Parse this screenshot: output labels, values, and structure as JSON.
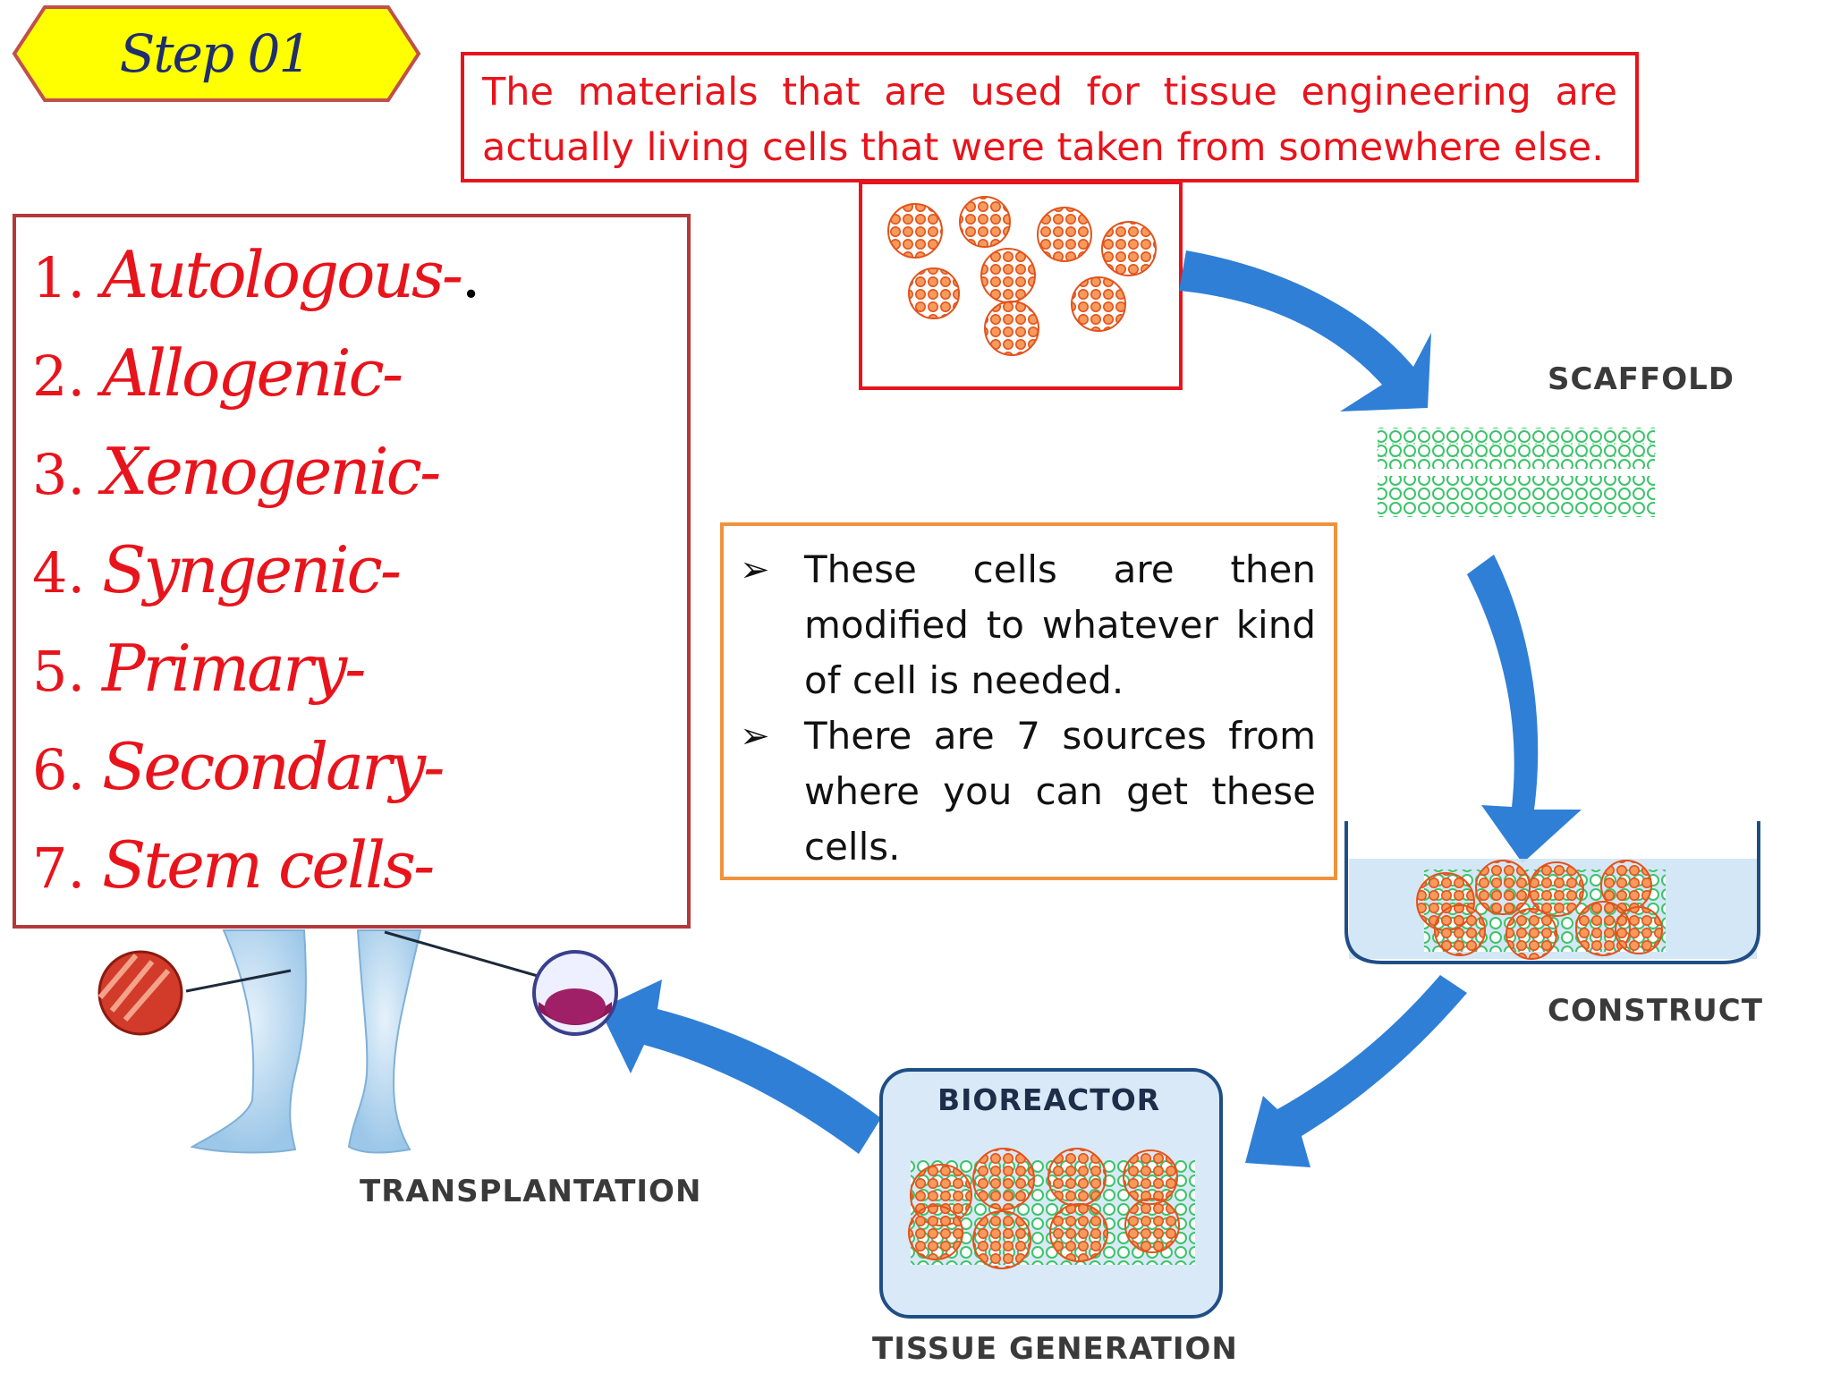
{
  "step": {
    "label": "Step 01"
  },
  "intro": {
    "text": "The materials that are used for tissue engineering are actually living cells that were taken from somewhere else."
  },
  "sources": [
    {
      "num": "1.",
      "name": "Autologous-",
      "end": "."
    },
    {
      "num": "2.",
      "name": "Allogenic-",
      "end": ""
    },
    {
      "num": "3.",
      "name": "Xenogenic-",
      "end": ""
    },
    {
      "num": "4.",
      "name": "Syngenic-",
      "end": ""
    },
    {
      "num": "5.",
      "name": "Primary-",
      "end": ""
    },
    {
      "num": "6.",
      "name": "Secondary-",
      "end": ""
    },
    {
      "num": "7.",
      "name": "Stem cells-",
      "end": ""
    }
  ],
  "notes": {
    "bullet": "➢",
    "items": [
      "These cells are then modified to whatever kind of cell is needed.",
      "There are 7 sources from where you can get these cells."
    ]
  },
  "diagram": {
    "scaffold": "SCAFFOLD",
    "construct": "CONSTRUCT",
    "bioreactor": "BIOREACTOR",
    "tissue_generation": "TISSUE GENERATION",
    "transplantation": "TRANSPLANTATION"
  },
  "colors": {
    "arrow": "#2f7fd6",
    "cell": "#f27a3c",
    "scaffold": "#3cc46a",
    "accent_red": "#e8141c",
    "notes_border": "#f0923c"
  }
}
